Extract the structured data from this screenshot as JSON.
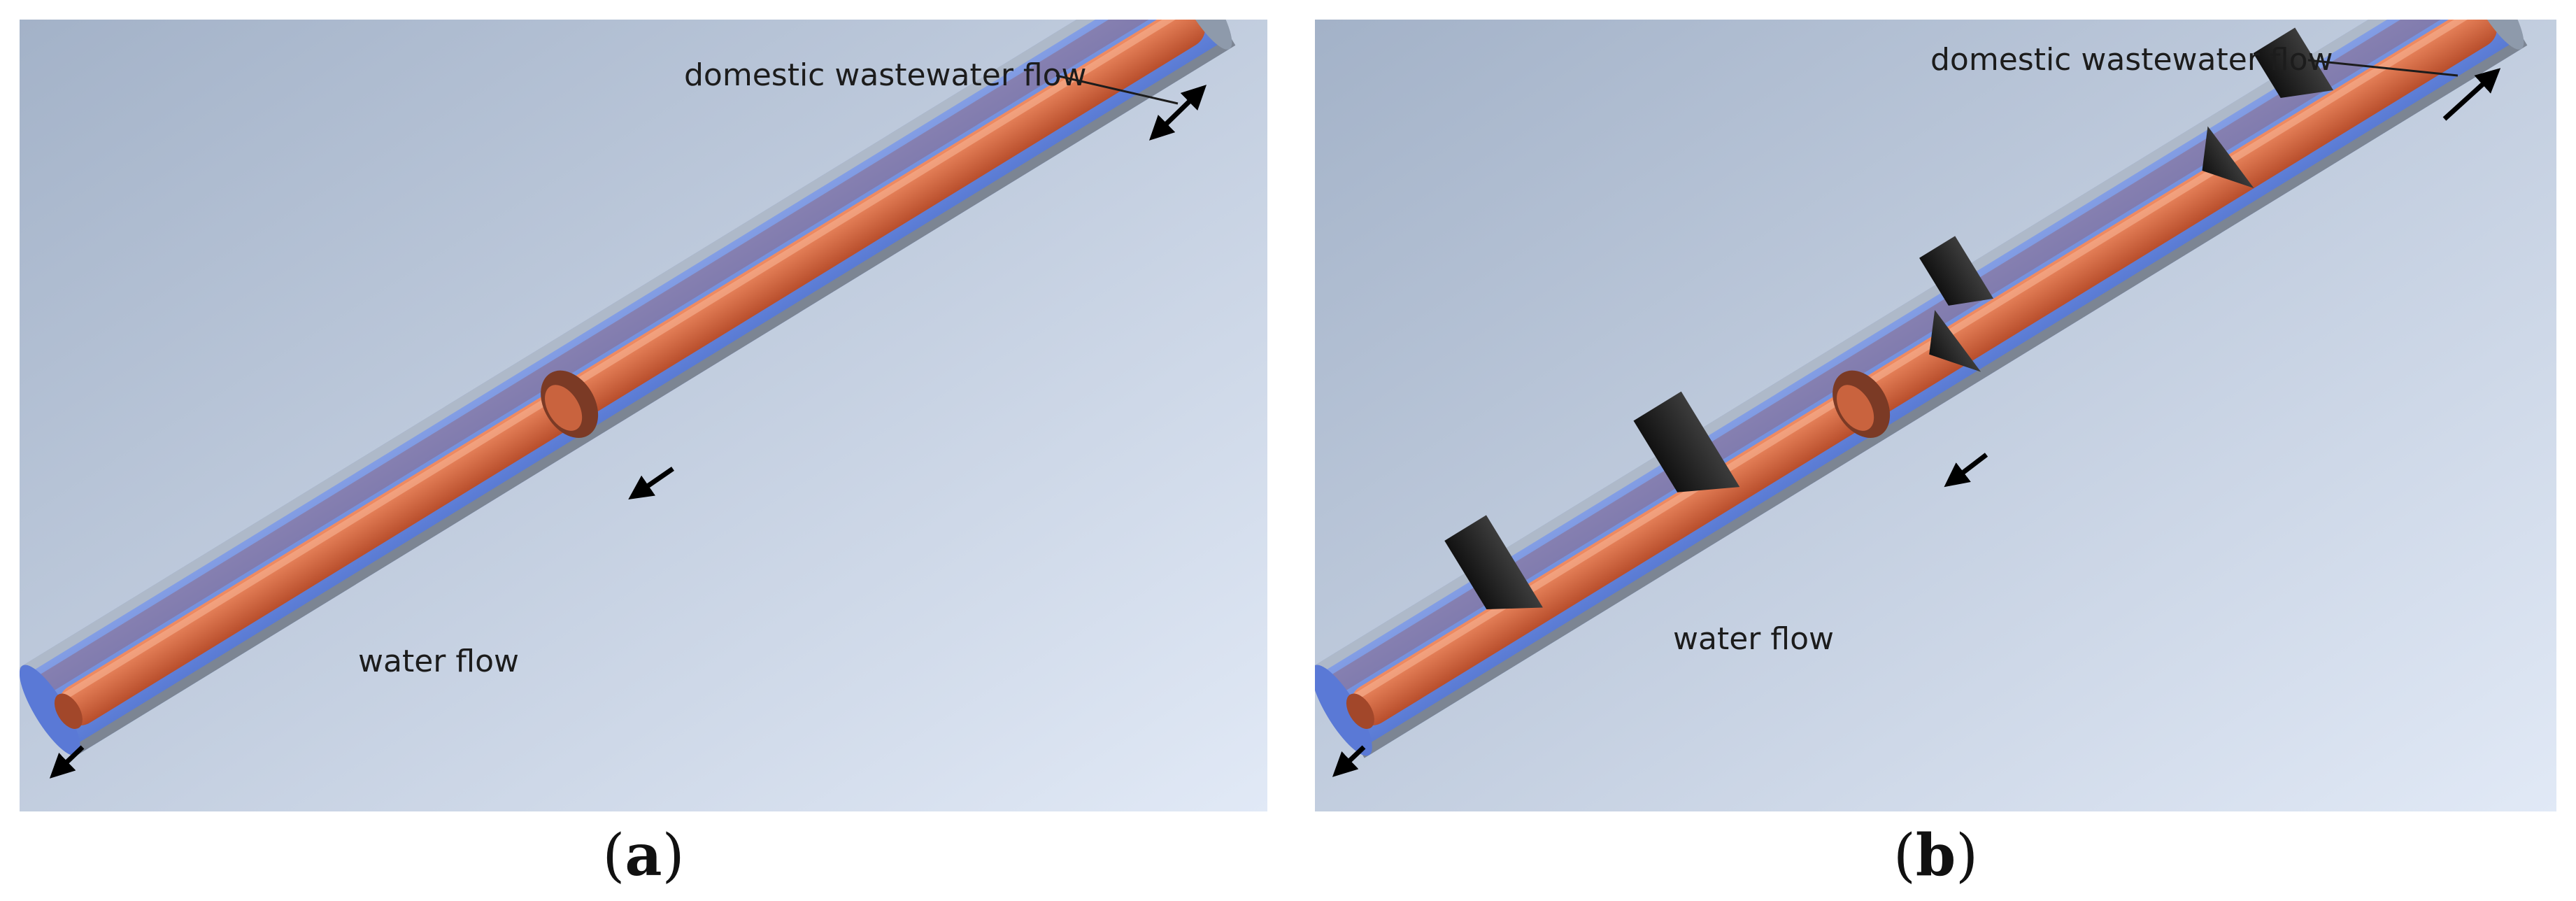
{
  "panels": [
    {
      "id": "a",
      "caption_open": "(",
      "caption_letter": "a",
      "caption_close": ")",
      "label_wastewater": "domestic wastewater flow",
      "label_water": "water flow"
    },
    {
      "id": "b",
      "caption_open": "(",
      "caption_letter": "b",
      "caption_close": ")",
      "label_wastewater": "domestic wastewater flow",
      "label_water": "water flow"
    }
  ],
  "colors": {
    "background_top": "#a9b7cb",
    "background_bottom": "#dfe8f5",
    "outer_pipe": "#5b7fe0",
    "inner_pipe": "#d96a45",
    "baffle": "#1e1e1e",
    "arrow": "#000000"
  }
}
